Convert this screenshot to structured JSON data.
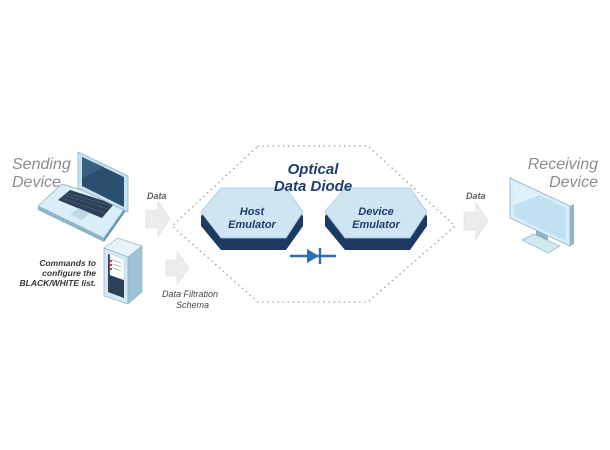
{
  "labels": {
    "sending_line1": "Sending",
    "sending_line2": "Device",
    "receiving_line1": "Receiving",
    "receiving_line2": "Device",
    "diode_line1": "Optical",
    "diode_line2": "Data Diode",
    "host_line1": "Host",
    "host_line2": "Emulator",
    "device_line1": "Device",
    "device_line2": "Emulator",
    "data_in": "Data",
    "data_out": "Data",
    "commands_line1": "Commands to",
    "commands_line2": "configure the",
    "commands_line3": "BLACK/WHITE list.",
    "filter_line1": "Data Filtration",
    "filter_line2": "Schema"
  },
  "colors": {
    "navy": "#1f3c6e",
    "box_top": "#cfe6f2",
    "box_side": "#1d3a63",
    "diode_blue": "#2f6fb5",
    "arrow_gray": "#ececec",
    "border_dots": "#a8a8a8",
    "label_gray": "#8a8c8f"
  },
  "icons": [
    "laptop-icon",
    "server-icon",
    "monitor-icon",
    "diode-icon",
    "arrow-icon"
  ]
}
